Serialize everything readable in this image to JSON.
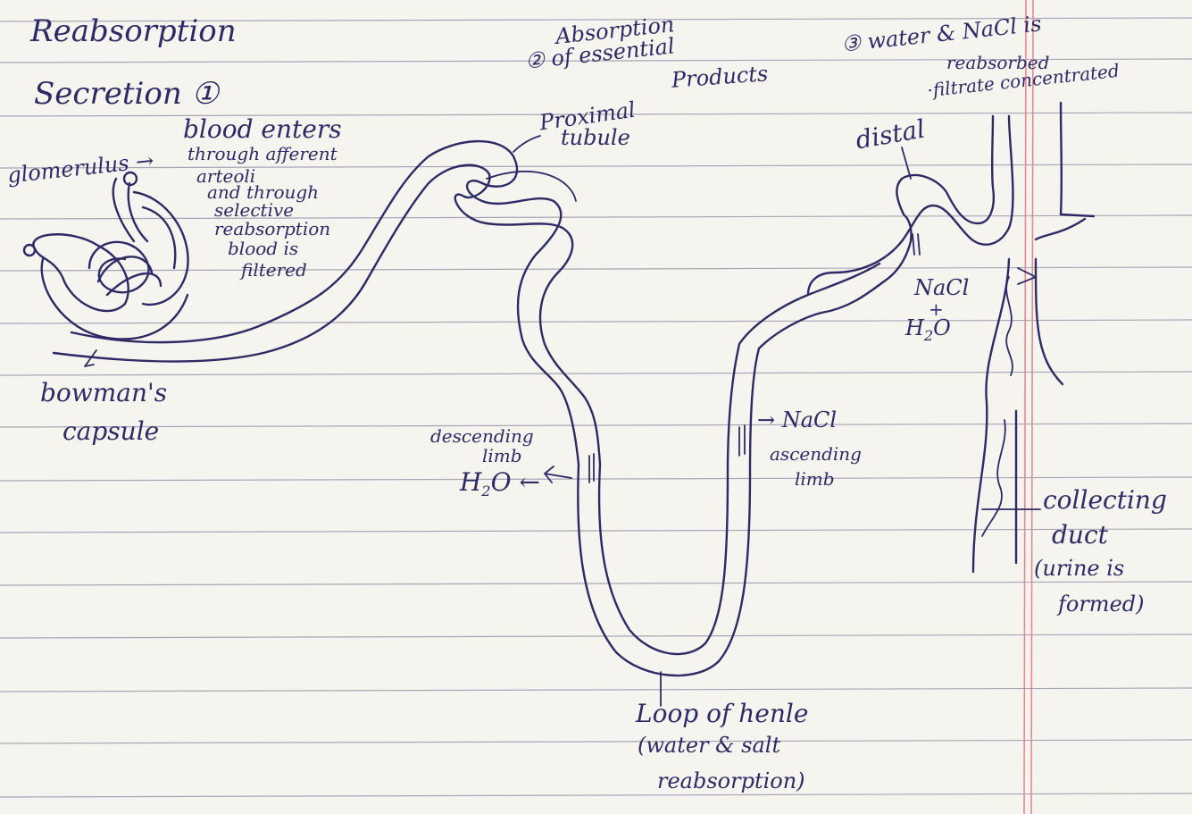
{
  "labels": {
    "title_reabsorption": "Reabsorption",
    "title_secretion": "Secretion ①",
    "glomerulus": "glomerulus →",
    "glomerulus_note_1": "blood enters",
    "glomerulus_note_2": "through afferent",
    "glomerulus_note_3": "arteoli",
    "glomerulus_note_4": "and through",
    "glomerulus_note_5": "selective",
    "glomerulus_note_6": "reabsorption",
    "glomerulus_note_7": "blood is",
    "glomerulus_note_8": "filtered",
    "bowmans_capsule_1": "bowman's",
    "bowmans_capsule_2": "capsule",
    "step2_1": "Absorption",
    "step2_2": "② of essential",
    "step2_3": "Products",
    "proximal_1": "Proximal",
    "proximal_2": "tubule",
    "step3_1": "③ water & NaCl is",
    "step3_2": "reabsorbed",
    "step3_3": "·filtrate concentrated",
    "distal": "distal",
    "nacl_distal": "NaCl",
    "plus_distal": "+",
    "h2o_distal": "H",
    "h2o_distal_sub": "2",
    "h2o_distal_o": "O",
    "descending_1": "descending",
    "descending_2": "limb",
    "h2o_descending": "H",
    "h2o_descending_sub": "2",
    "h2o_descending_o": "O ←",
    "nacl_ascending": "→ NaCl",
    "ascending_1": "ascending",
    "ascending_2": "limb",
    "collecting_1": "collecting",
    "collecting_2": "duct",
    "collecting_3": "(urine is",
    "collecting_4": "formed)",
    "loop_1": "Loop of henle",
    "loop_2": "(water & salt",
    "loop_3": "reabsorption)"
  },
  "colors": {
    "ink": "#2e2a66",
    "rule_line": "#9a99ad",
    "margin_line": "#e58a92",
    "paper": "#f5f4ef"
  }
}
